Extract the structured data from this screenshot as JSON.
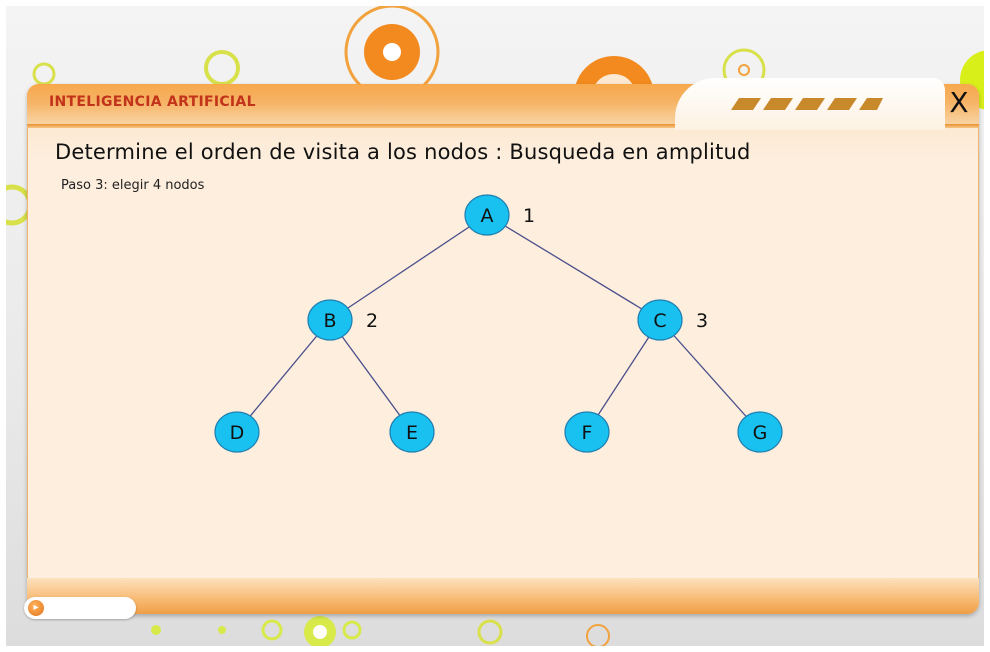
{
  "app": {
    "title": "INTELIGENCIA ARTIFICIAL"
  },
  "window": {
    "close_label": "X"
  },
  "exercise": {
    "heading": "Determine el orden de visita a los nodos : Busqueda en amplitud",
    "step": "Paso 3: elegir 4 nodos"
  },
  "tree": {
    "nodes": [
      {
        "id": "A",
        "order": "1"
      },
      {
        "id": "B",
        "order": "2"
      },
      {
        "id": "C",
        "order": "3"
      },
      {
        "id": "D",
        "order": ""
      },
      {
        "id": "E",
        "order": ""
      },
      {
        "id": "F",
        "order": ""
      },
      {
        "id": "G",
        "order": ""
      }
    ],
    "edges": [
      [
        "A",
        "B"
      ],
      [
        "A",
        "C"
      ],
      [
        "B",
        "D"
      ],
      [
        "B",
        "E"
      ],
      [
        "C",
        "F"
      ],
      [
        "C",
        "G"
      ]
    ]
  },
  "footer": {
    "nav_icon": "play-arrow-icon"
  },
  "colors": {
    "node_fill": "#19c1f0",
    "node_stroke": "#1f7fb0",
    "edge": "#4a4f8c",
    "accent": "#f59a37",
    "title_red": "#c1331b"
  }
}
